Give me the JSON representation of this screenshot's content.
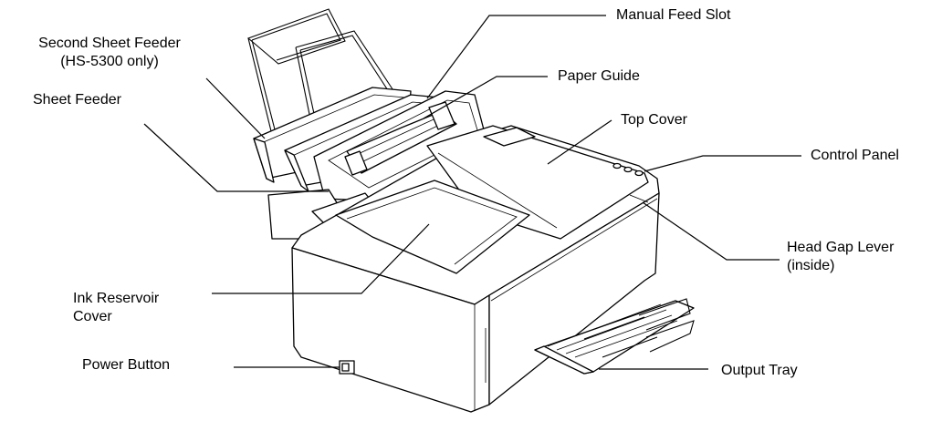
{
  "labels": {
    "second_sheet_feeder_line1": "Second Sheet Feeder",
    "second_sheet_feeder_line2": "(HS-5300 only)",
    "sheet_feeder": "Sheet Feeder",
    "manual_feed_slot": "Manual Feed Slot",
    "paper_guide": "Paper Guide",
    "top_cover": "Top Cover",
    "control_panel": "Control Panel",
    "head_gap_lever_line1": "Head Gap Lever",
    "head_gap_lever_line2": "(inside)",
    "ink_reservoir_cover_line1": "Ink Reservoir",
    "ink_reservoir_cover_line2": "Cover",
    "power_button": "Power Button",
    "output_tray": "Output Tray"
  }
}
